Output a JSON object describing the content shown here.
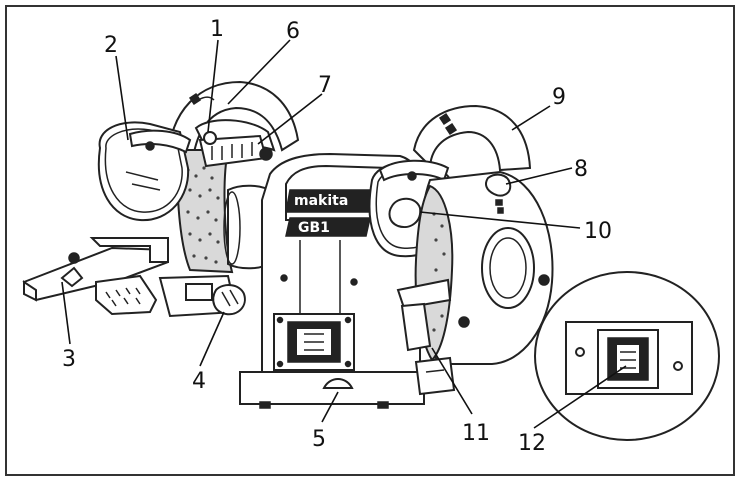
{
  "diagram": {
    "callouts": [
      "1",
      "2",
      "3",
      "4",
      "5",
      "6",
      "7",
      "8",
      "9",
      "10",
      "11",
      "12"
    ],
    "logo_text": "makita",
    "model_text": "GB1"
  }
}
